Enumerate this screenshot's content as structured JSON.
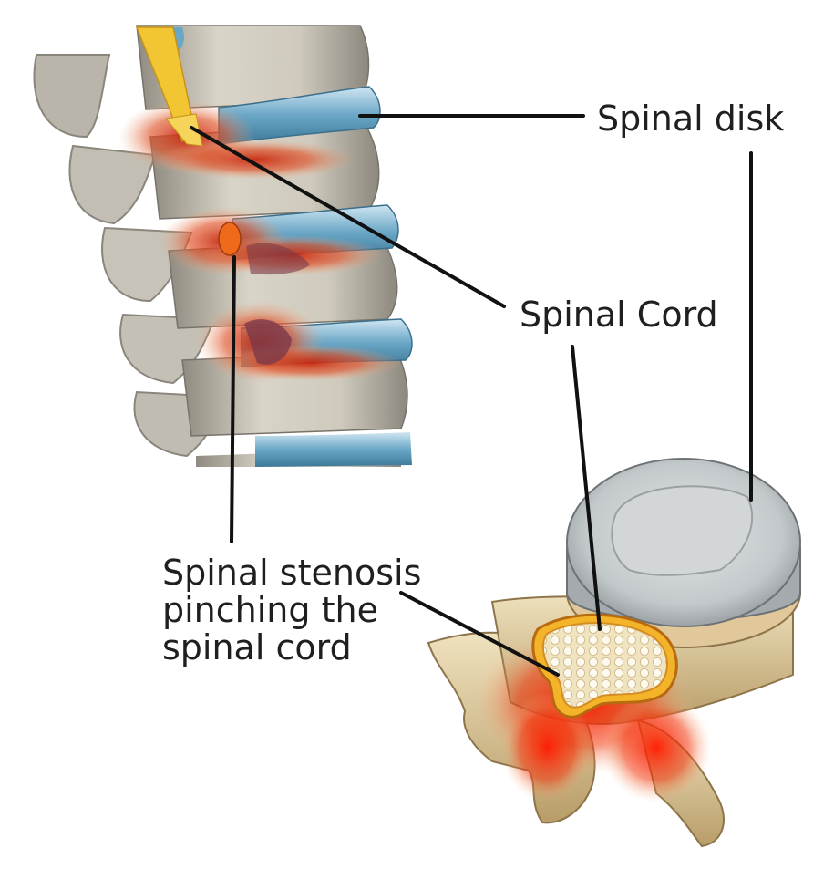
{
  "labels": {
    "spinal_disk": "Spinal disk",
    "spinal_cord": "Spinal Cord",
    "stenosis_line1": "Spinal stenosis",
    "stenosis_line2": "pinching the",
    "stenosis_line3": "spinal cord"
  },
  "colors": {
    "bone": "#d8d3c6",
    "disk": "#6fa9c8",
    "inflammation": "#e23a1e",
    "nerve": "#f2c533",
    "vertebra_tan": "#d9c59a",
    "disk_gray": "#c9cdd0",
    "leader_line": "#111111"
  }
}
